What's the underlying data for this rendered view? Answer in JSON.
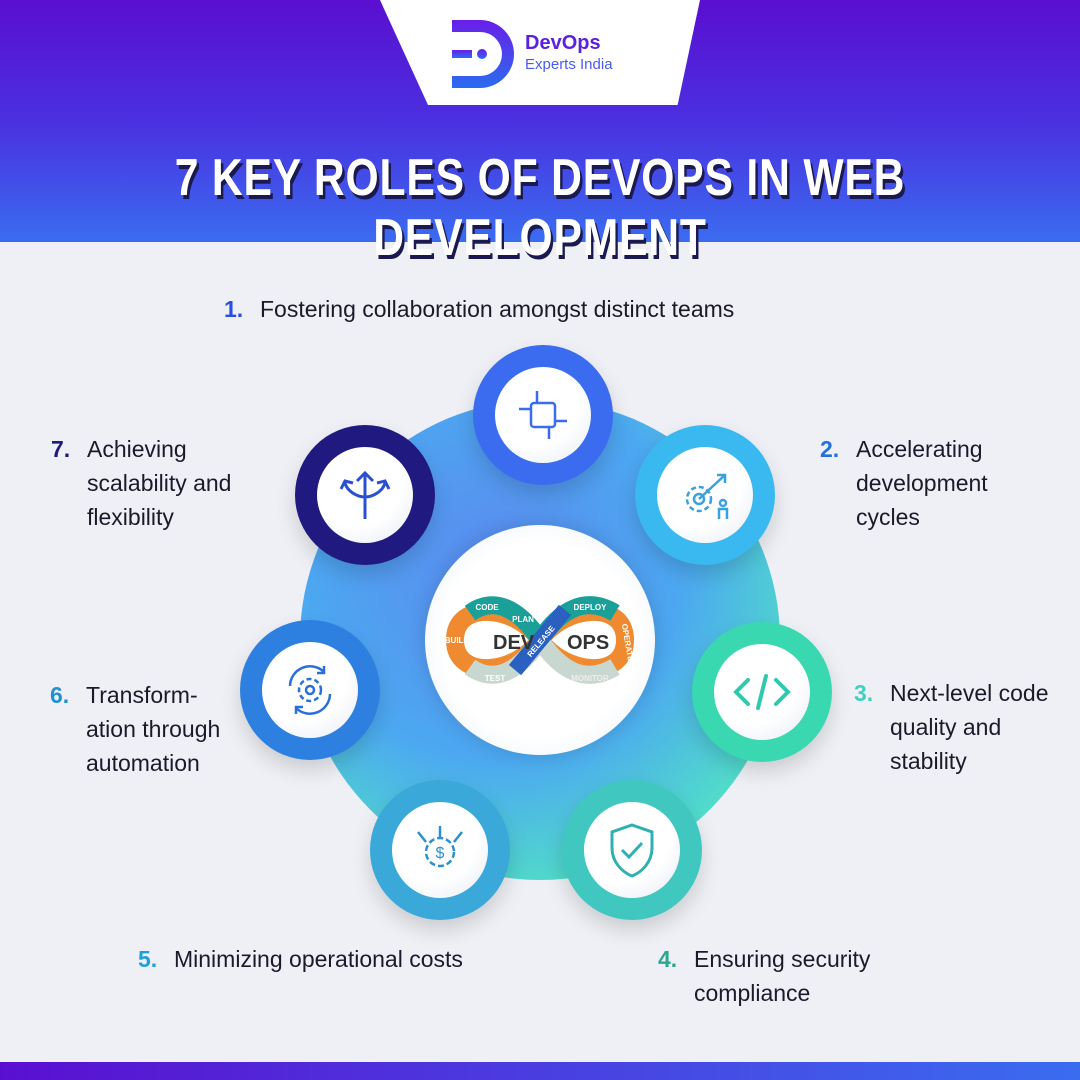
{
  "brand": {
    "name": "DevOps",
    "tagline": "Experts India"
  },
  "title": "7 KEY ROLES OF DEVOPS IN WEB DEVELOPMENT",
  "center": {
    "left": "DEV",
    "right": "OPS",
    "stages": [
      "CODE",
      "BUILD",
      "TEST",
      "PLAN",
      "RELEASE",
      "DEPLOY",
      "OPERATE",
      "MONITOR"
    ]
  },
  "roles": [
    {
      "num": "1.",
      "text": "Fostering collaboration amongst distinct teams",
      "color": "#2a4fe0",
      "icon": "hands-collaboration-icon"
    },
    {
      "num": "2.",
      "text": "Accelerating development cycles",
      "color": "#2070e0",
      "icon": "gear-growth-icon"
    },
    {
      "num": "3.",
      "text": "Next-level code quality and stability",
      "color": "#40d0c0",
      "icon": "code-icon"
    },
    {
      "num": "4.",
      "text": "Ensuring security compliance",
      "color": "#2aa890",
      "icon": "shield-check-icon"
    },
    {
      "num": "5.",
      "text": "Minimizing operational costs",
      "color": "#20a0d8",
      "icon": "dollar-gear-icon"
    },
    {
      "num": "6.",
      "text": "Transform-ation through automation",
      "color": "#2090d0",
      "icon": "automation-gear-icon"
    },
    {
      "num": "7.",
      "text": "Achieving scalability and flexibility",
      "color": "#201a80",
      "icon": "split-arrows-icon"
    }
  ]
}
